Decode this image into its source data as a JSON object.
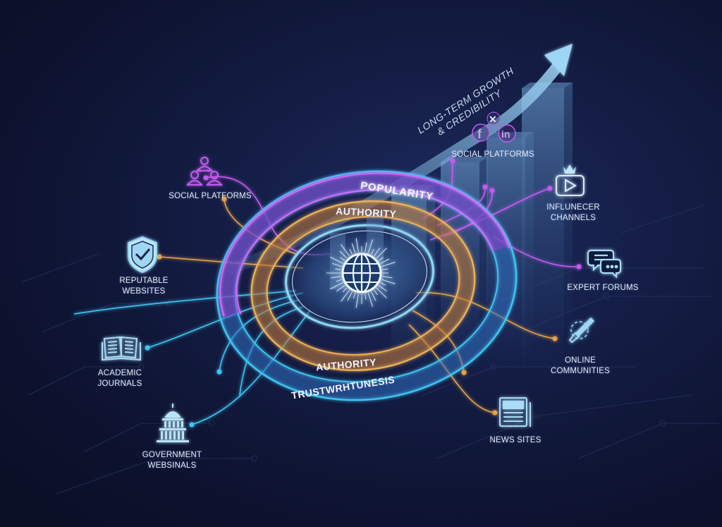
{
  "diagram": {
    "center": {
      "icon": "globe-icon"
    },
    "rings": [
      {
        "id": "popularity",
        "top_label": "POPULARITY",
        "color": "#c25cf0"
      },
      {
        "id": "authority",
        "top_label": "AUTHORITY",
        "bottom_label": "AUTHORITY",
        "color": "#e7a24a"
      },
      {
        "id": "trustworthiness",
        "bottom_label": "TRUSTWRHTUNESIS",
        "color": "#3fc4f2"
      }
    ],
    "growth": {
      "caption_line1": "LONG-TERM GROWTH",
      "caption_line2": "& CREDIBILITY",
      "arrow_color": "#8ecbf0"
    },
    "nodes": [
      {
        "id": "social-left",
        "label_lines": [
          "SOCIAL PLATFORMS"
        ],
        "icon": "users-network-icon",
        "color": "#c25cf0"
      },
      {
        "id": "reputable",
        "label_lines": [
          "REPUTABLE",
          "WEBSITES"
        ],
        "icon": "shield-check-icon",
        "color": "#e7a24a"
      },
      {
        "id": "academic",
        "label_lines": [
          "ACADEMIC",
          "JOURNALS"
        ],
        "icon": "open-book-icon",
        "color": "#3fc4f2"
      },
      {
        "id": "government",
        "label_lines": [
          "GOVERNMENT",
          "WEBSINALS"
        ],
        "icon": "capitol-building-icon",
        "color": "#3fc4f2"
      },
      {
        "id": "social-top",
        "label_lines": [
          "SOCIAL PLATFORMS"
        ],
        "icon": "social-logos-icon",
        "social_glyphs": [
          "f",
          "✕",
          "in"
        ],
        "color": "#c25cf0"
      },
      {
        "id": "influencer",
        "label_lines": [
          "INFLUNECER",
          "CHANNELS"
        ],
        "icon": "crown-play-icon",
        "color": "#c25cf0"
      },
      {
        "id": "expert",
        "label_lines": [
          "EXPERT FORUMS"
        ],
        "icon": "chat-bubbles-icon",
        "color": "#c25cf0"
      },
      {
        "id": "online",
        "label_lines": [
          "ONLINE",
          "COMMUNITIES"
        ],
        "icon": "pen-nib-gear-icon",
        "color": "#e7a24a"
      },
      {
        "id": "news",
        "label_lines": [
          "NEWS SITES"
        ],
        "icon": "newspaper-icon",
        "color": "#e7a24a"
      }
    ]
  }
}
